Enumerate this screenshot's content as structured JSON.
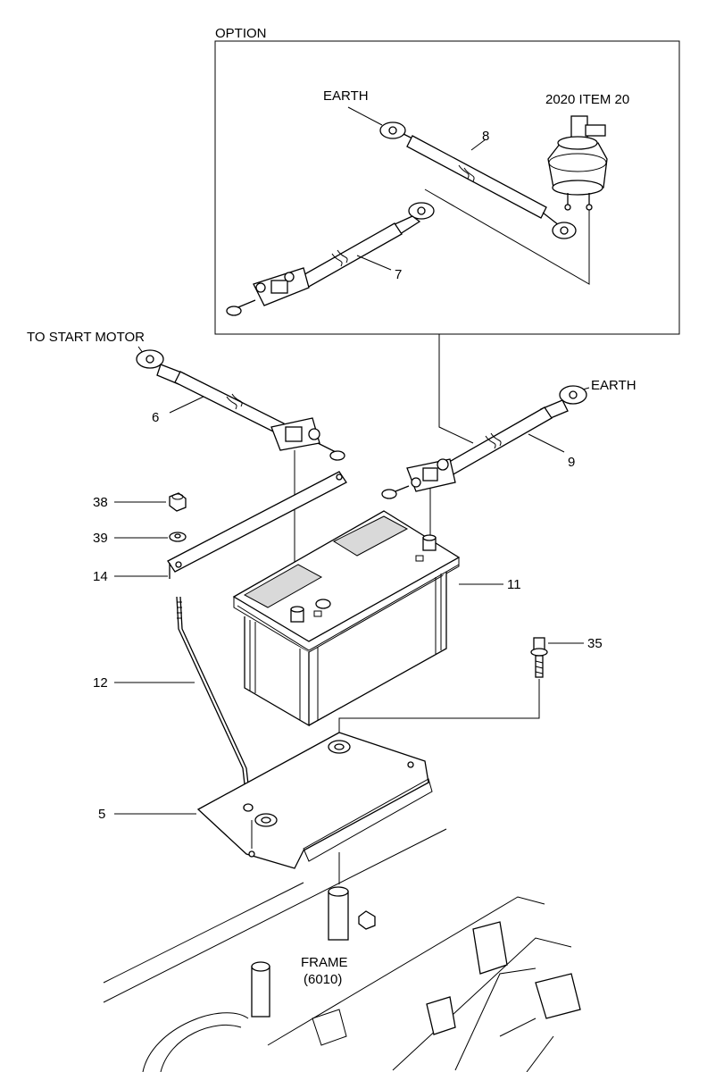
{
  "labels": {
    "option": "OPTION",
    "earth_option": "EARTH",
    "item_ref": "2020 ITEM 20",
    "to_start_motor": "TO START MOTOR",
    "earth_main": "EARTH",
    "frame": "FRAME",
    "frame_code": "(6010)"
  },
  "callouts": {
    "p8": "8",
    "p7": "7",
    "p6": "6",
    "p9": "9",
    "p38": "38",
    "p39": "39",
    "p14": "14",
    "p11": "11",
    "p35": "35",
    "p12": "12",
    "p5": "5"
  }
}
